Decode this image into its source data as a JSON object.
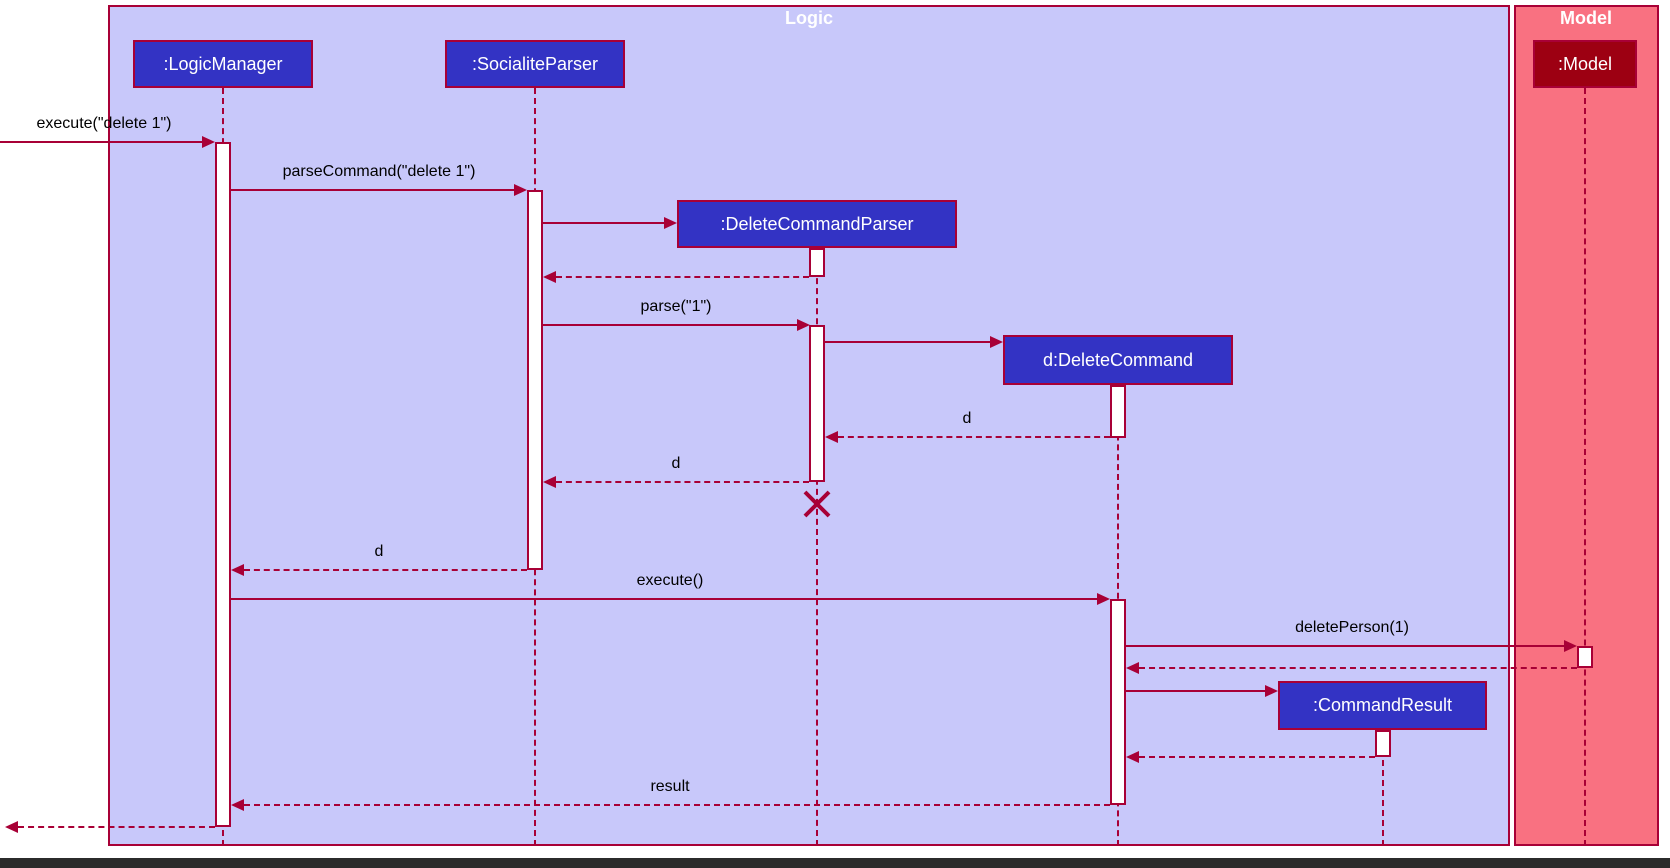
{
  "frames": {
    "logic": {
      "title": "Logic",
      "bg": "#C8C8FA"
    },
    "model": {
      "title": "Model",
      "bg": "#F97181"
    }
  },
  "participants": [
    {
      "id": "logic-manager",
      "label": ":LogicManager"
    },
    {
      "id": "socialite-parser",
      "label": ":SocialiteParser"
    },
    {
      "id": "delete-command-parser",
      "label": ":DeleteCommandParser"
    },
    {
      "id": "delete-command",
      "label": "d:DeleteCommand"
    },
    {
      "id": "command-result",
      "label": ":CommandResult"
    },
    {
      "id": "model",
      "label": ":Model"
    }
  ],
  "messages": [
    {
      "label": "execute(\"delete 1\")",
      "type": "solid",
      "from": "caller",
      "to": "logic-manager"
    },
    {
      "label": "parseCommand(\"delete 1\")",
      "type": "solid",
      "from": "logic-manager",
      "to": "socialite-parser"
    },
    {
      "label": "",
      "type": "create",
      "from": "socialite-parser",
      "to": "delete-command-parser"
    },
    {
      "label": "",
      "type": "return",
      "from": "delete-command-parser",
      "to": "socialite-parser"
    },
    {
      "label": "parse(\"1\")",
      "type": "solid",
      "from": "socialite-parser",
      "to": "delete-command-parser"
    },
    {
      "label": "",
      "type": "create",
      "from": "delete-command-parser",
      "to": "delete-command"
    },
    {
      "label": "d",
      "type": "return",
      "from": "delete-command",
      "to": "delete-command-parser"
    },
    {
      "label": "d",
      "type": "return",
      "from": "delete-command-parser",
      "to": "socialite-parser"
    },
    {
      "label": "d",
      "type": "return",
      "from": "socialite-parser",
      "to": "logic-manager"
    },
    {
      "label": "execute()",
      "type": "solid",
      "from": "logic-manager",
      "to": "delete-command"
    },
    {
      "label": "deletePerson(1)",
      "type": "solid",
      "from": "delete-command",
      "to": "model"
    },
    {
      "label": "",
      "type": "return",
      "from": "model",
      "to": "delete-command"
    },
    {
      "label": "",
      "type": "create",
      "from": "delete-command",
      "to": "command-result"
    },
    {
      "label": "",
      "type": "return",
      "from": "command-result",
      "to": "delete-command"
    },
    {
      "label": "result",
      "type": "return",
      "from": "delete-command",
      "to": "logic-manager"
    },
    {
      "label": "",
      "type": "return",
      "from": "logic-manager",
      "to": "caller"
    }
  ],
  "destroy_marker": {
    "on": "delete-command-parser",
    "symbol": "X"
  },
  "colors": {
    "line": "#A80036",
    "logic-bg": "#C8C8FA",
    "model-bg": "#F97181",
    "blue": "#3333C4",
    "model-red": "#9D0012",
    "label": "#000000",
    "bottom-bar": "#2b2b2b"
  }
}
